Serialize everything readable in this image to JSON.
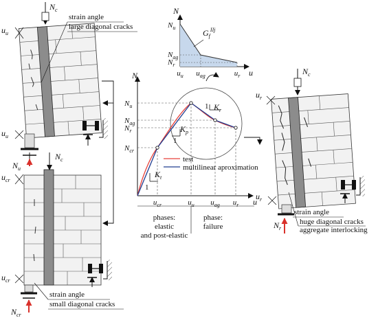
{
  "top_left": {
    "load_label": "N",
    "load_sub": "c",
    "notes": [
      "strain angle",
      "large diagonal cracks"
    ],
    "u_top": "u",
    "u_top_sub": "u",
    "u_bot": "u",
    "u_bot_sub": "u",
    "reaction": "N",
    "reaction_sub": "u"
  },
  "bottom_left": {
    "load_label": "N",
    "load_sub": "c",
    "notes": [
      "strain angle",
      "small diagonal cracks"
    ],
    "u_top": "u",
    "u_top_sub": "cr",
    "u_bot": "u",
    "u_bot_sub": "cr",
    "reaction": "N",
    "reaction_sub": "cr"
  },
  "right": {
    "load_label": "N",
    "load_sub": "c",
    "notes": [
      "strain angle",
      "huge diagonal cracks",
      "aggregate interlocking"
    ],
    "u_top": "u",
    "u_top_sub": "r",
    "u_bot": "u",
    "u_bot_sub": "r",
    "reaction": "N",
    "reaction_sub": "r"
  },
  "inset": {
    "y_axis": "N",
    "x_axis": "u",
    "energy": "G",
    "energy_sub": "f",
    "energy_sup": "IIj",
    "y_ticks": [
      {
        "t": "N",
        "s": "u"
      },
      {
        "t": "N",
        "s": "ag"
      },
      {
        "t": "N",
        "s": "r"
      }
    ],
    "x_ticks": [
      {
        "t": "u",
        "s": "u"
      },
      {
        "t": "u",
        "s": "ag"
      },
      {
        "t": "u",
        "s": "r"
      }
    ]
  },
  "main_chart": {
    "y_axis": "N",
    "x_axis": "u",
    "y_ticks": [
      {
        "t": "N",
        "s": "u"
      },
      {
        "t": "N",
        "s": "ag"
      },
      {
        "t": "N",
        "s": "r"
      },
      {
        "t": "N",
        "s": "cr"
      }
    ],
    "x_ticks": [
      {
        "t": "u",
        "s": "cr"
      },
      {
        "t": "u",
        "s": "u"
      },
      {
        "t": "u",
        "s": "ag"
      },
      {
        "t": "u",
        "s": "r"
      }
    ],
    "slopes": [
      {
        "t": "K",
        "s": "t"
      },
      {
        "t": "K",
        "s": "p"
      },
      {
        "t": "K",
        "s": "r"
      }
    ],
    "one": "1",
    "legend": [
      "test",
      "multilinear aproximation"
    ],
    "legend_colors": [
      "#e8413a",
      "#1f3c8f"
    ],
    "phase_left": [
      "phases:",
      "elastic",
      "and post-elastic"
    ],
    "phase_right": [
      "phase:",
      "failure"
    ]
  }
}
